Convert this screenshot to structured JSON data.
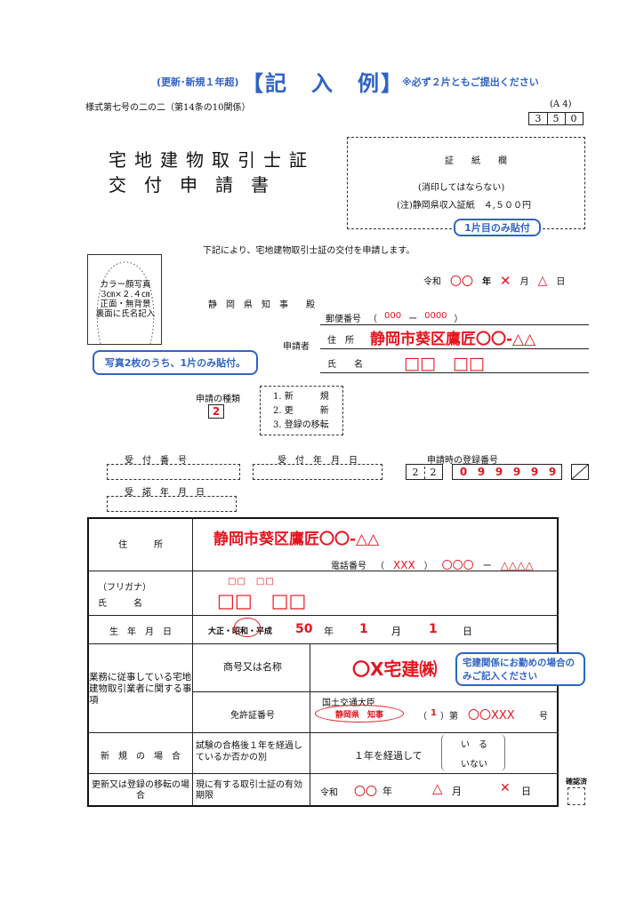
{
  "header": {
    "note_prefix": "(更新･新規１年超)",
    "title_open": "【",
    "title": "記　入　例",
    "title_close": "】",
    "note_suffix": "※必ず２片ともご提出ください"
  },
  "form_number": "様式第七号の二の二（第14条の10関係）",
  "paper_size": "(A 4)",
  "code_digits": [
    "3",
    "5",
    "0"
  ],
  "doc_title_line1": "宅地建物取引士証",
  "doc_title_line2": "交　付　申　請　書",
  "stamp": {
    "label": "証　　紙　　欄",
    "note": "(消印してはならない)",
    "fee": "(注)静岡県収入証紙　４,５００円",
    "callout": "1片目のみ貼付"
  },
  "intro": "下記により、宅地建物取引士証の交付を申請します。",
  "date": {
    "era": "令和",
    "year": "〇〇",
    "year_unit": "年",
    "month": "✕",
    "month_unit": "月",
    "day": "△",
    "day_unit": "日"
  },
  "photo": {
    "line1": "カラー顔写真",
    "line2": "3㎝×２.４㎝",
    "line3": "正面・無背景",
    "line4": "裏面に氏名記入",
    "callout": "写真2枚のうち、1片のみ貼付。"
  },
  "addressee": "静　岡　県　知　事　　殿",
  "applicant": {
    "postal_label": "郵便番号",
    "postal_open": "（",
    "postal_a": "000",
    "postal_dash": "ー",
    "postal_b": "0000",
    "postal_close": "）",
    "section_label": "申請者",
    "address_label": "住　所",
    "address": "静岡市葵区鷹匠〇〇-△△",
    "name_label": "氏　　名",
    "name": "□□　□□"
  },
  "application_type": {
    "label": "申請の種類",
    "value": "2",
    "options": [
      "1. 新　　　規",
      "2. 更　　　新",
      "3. 登録の移転"
    ]
  },
  "office": {
    "receipt_no_label": "受　付　番　号",
    "receipt_date_label": "受　付　年　月　日",
    "reg_no_label": "申請時の登録番号",
    "reg_prefix": [
      "2",
      "2"
    ],
    "reg_digits": [
      "0",
      "9",
      "9",
      "9",
      "9",
      "9"
    ],
    "acceptance_date_label": "受　諾　年　月　日"
  },
  "table": {
    "address_label": "住　　　所",
    "address": "静岡市葵区鷹匠〇〇-△△",
    "phone_label": "電話番号",
    "phone_open": "（",
    "phone_area": "XXX",
    "phone_close": "）",
    "phone_mid": "〇〇〇",
    "phone_dash": "ー",
    "phone_last": "△△△△",
    "furigana_label": "（フリガナ）",
    "name_label": "氏　　　名",
    "furigana": "□□　□□",
    "name": "□□　□□",
    "birth_label": "生　年　月　日",
    "era_options": "大正・昭和・平成",
    "birth_year": "50",
    "birth_year_unit": "年",
    "birth_month": "1",
    "birth_month_unit": "月",
    "birth_day": "1",
    "birth_day_unit": "日",
    "business_label": "業務に従事している宅地建物取引業者に関する事項",
    "company_label": "商号又は名称",
    "company": "〇X宅建㈱",
    "company_callout": "宅建関係にお勤めの場合のみご記入ください",
    "license_label": "免許証番号",
    "license_ministry": "国土交通大臣",
    "license_pref": "静岡県　知事",
    "license_count_open": "（",
    "license_count": "1",
    "license_count_close": "）第",
    "license_no": "〇〇XXX",
    "license_unit": "号",
    "new_label": "新　規　の　場　合",
    "exam_label": "試験の合格後１年を経過しているか否かの別",
    "exam_value": "１年を経過して",
    "exam_opt1": "い　る",
    "exam_opt2": "いない",
    "renew_label": "更新又は登録の移転の場合",
    "validity_label": "現に有する取引士証の有効期限",
    "valid_era": "令和",
    "valid_year": "〇〇",
    "valid_year_unit": "年",
    "valid_month": "△",
    "valid_month_unit": "月",
    "valid_day": "✕",
    "valid_day_unit": "日"
  },
  "confirm_label": "確認済"
}
